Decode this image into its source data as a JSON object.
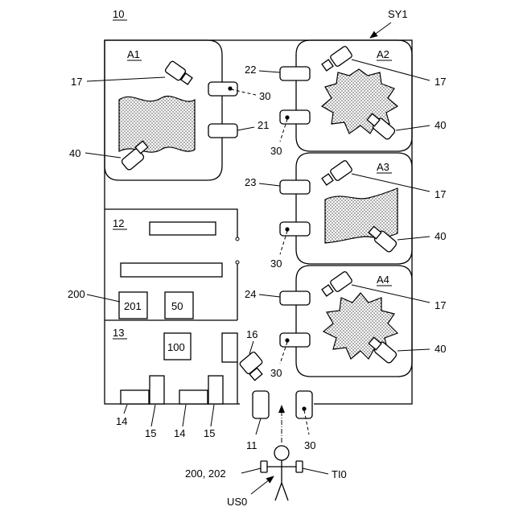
{
  "labels": {
    "figure_ref": "10",
    "system": "SY1",
    "area_a1": "A1",
    "area_a2": "A2",
    "area_a3": "A3",
    "area_a4": "A4",
    "room_12": "12",
    "room_13": "13",
    "camera_17": "17",
    "camera_16": "16",
    "robot_40": "40",
    "terminal_30": "30",
    "door_21": "21",
    "door_22": "22",
    "door_23": "23",
    "door_24": "24",
    "gate_11": "11",
    "box_200": "200",
    "box_201": "201",
    "box_50": "50",
    "box_100": "100",
    "part_14": "14",
    "part_15": "15",
    "device_200_202": "200, 202",
    "tag_ti0": "TI0",
    "user_us0": "US0"
  }
}
